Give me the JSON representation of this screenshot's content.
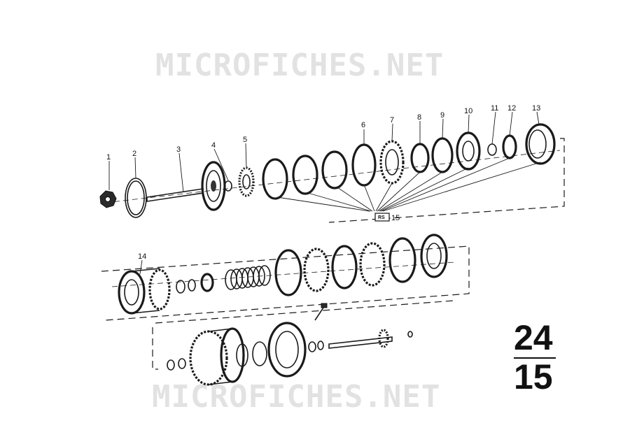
{
  "watermark": {
    "text": "MICROFICHES.NET"
  },
  "callouts": {
    "row1": [
      "1",
      "2",
      "3",
      "4",
      "5",
      "6",
      "7",
      "8",
      "9",
      "10",
      "11",
      "12",
      "13"
    ],
    "row2": [
      "14"
    ]
  },
  "repair_set": {
    "box_text": "RS",
    "number": "15"
  },
  "diagram_ref": {
    "group": "24",
    "figure": "15"
  }
}
